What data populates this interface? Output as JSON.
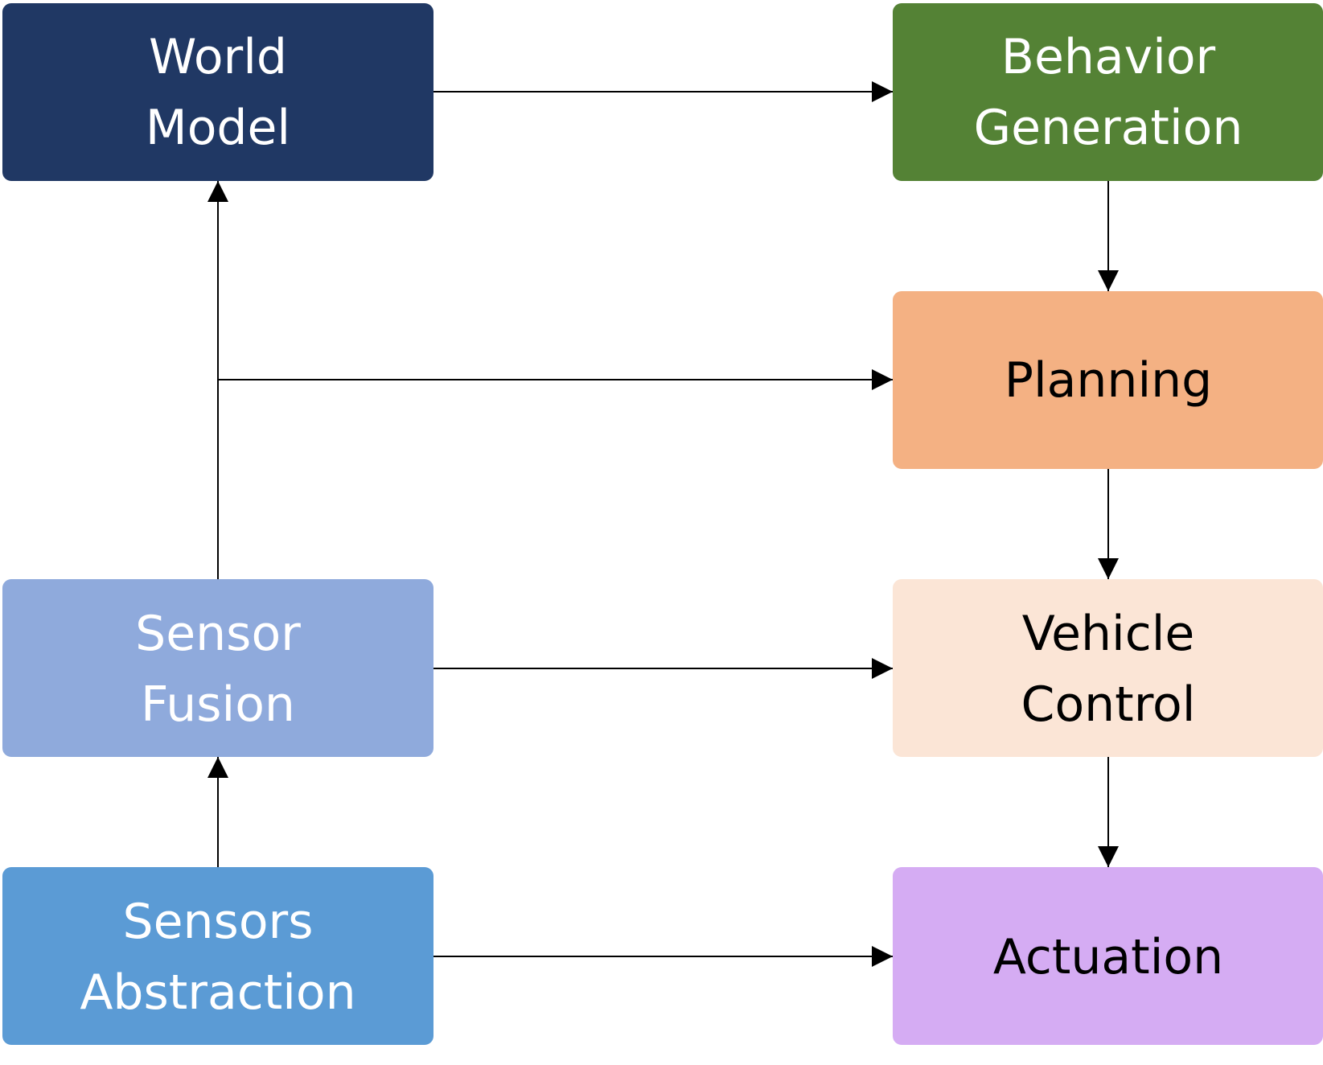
{
  "nodes": {
    "world_model": {
      "lines": [
        "World",
        "Model"
      ],
      "fill": "#203864",
      "text_color": "#ffffff"
    },
    "behavior_generation": {
      "lines": [
        "Behavior",
        "Generation"
      ],
      "fill": "#548235",
      "text_color": "#ffffff"
    },
    "planning": {
      "lines": [
        "Planning"
      ],
      "fill": "#F4B183",
      "text_color": "#000000"
    },
    "sensor_fusion": {
      "lines": [
        "Sensor",
        "Fusion"
      ],
      "fill": "#8FAADC",
      "text_color": "#ffffff"
    },
    "vehicle_control": {
      "lines": [
        "Vehicle",
        "Control"
      ],
      "fill": "#FBE5D6",
      "text_color": "#000000"
    },
    "sensors_abstraction": {
      "lines": [
        "Sensors",
        "Abstraction"
      ],
      "fill": "#5B9BD5",
      "text_color": "#ffffff"
    },
    "actuation": {
      "lines": [
        "Actuation"
      ],
      "fill": "#D5ACF3",
      "text_color": "#000000"
    }
  },
  "edges": [
    {
      "from": "world_model",
      "to": "behavior_generation"
    },
    {
      "from": "behavior_generation",
      "to": "planning"
    },
    {
      "from": "sensor_fusion",
      "to": "world_model"
    },
    {
      "from": "sensor_fusion",
      "to": "planning"
    },
    {
      "from": "planning",
      "to": "vehicle_control"
    },
    {
      "from": "sensor_fusion",
      "to": "vehicle_control"
    },
    {
      "from": "sensors_abstraction",
      "to": "sensor_fusion"
    },
    {
      "from": "vehicle_control",
      "to": "actuation"
    },
    {
      "from": "sensors_abstraction",
      "to": "actuation"
    }
  ],
  "colors": {
    "arrow": "#000000"
  }
}
